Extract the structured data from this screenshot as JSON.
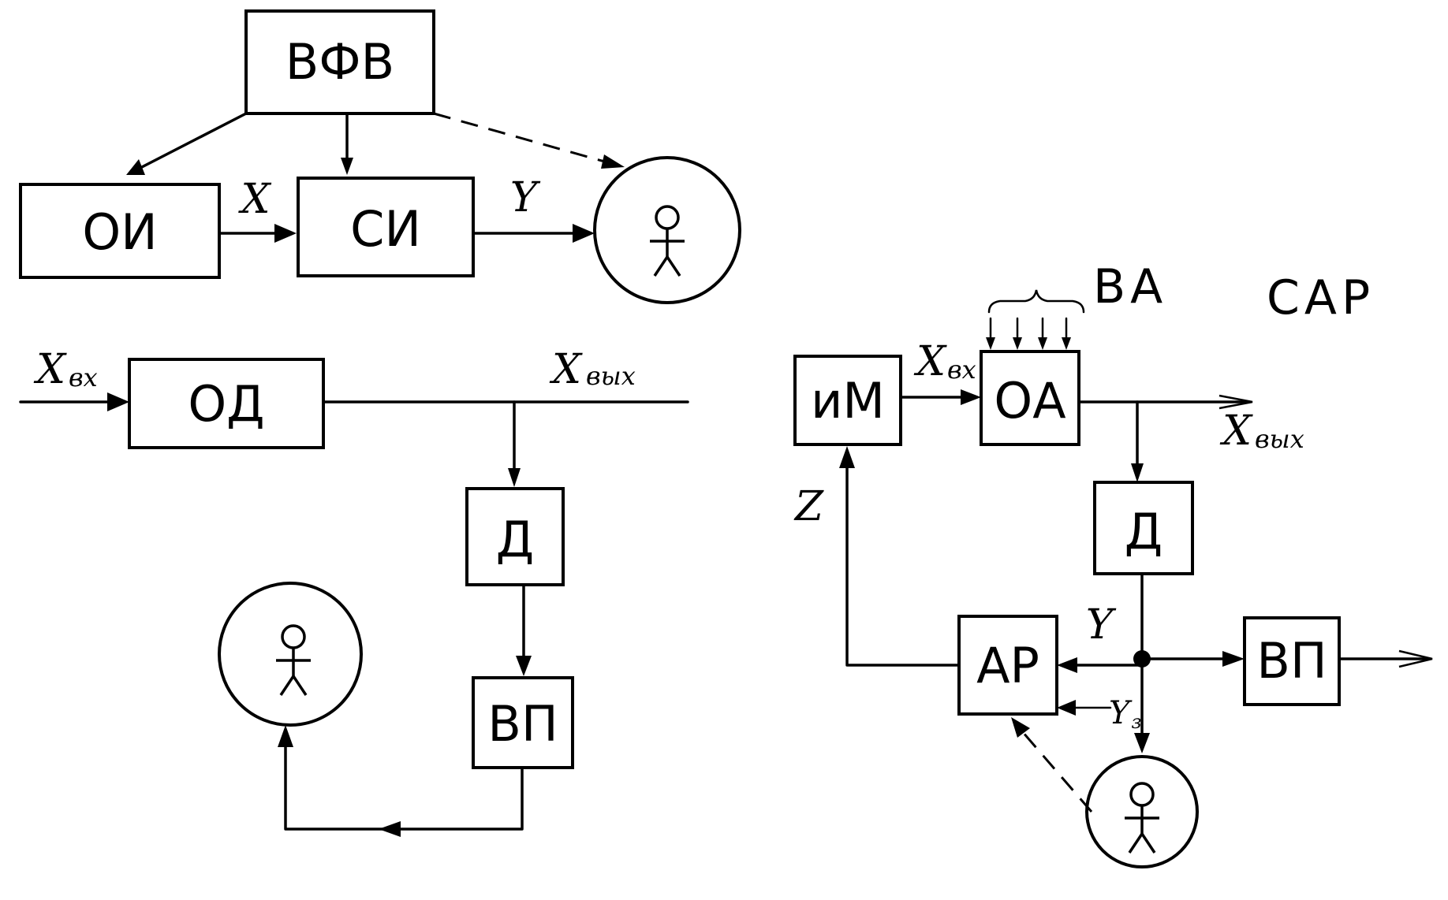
{
  "diagram1": {
    "vfv": "ВФВ",
    "oi": "ОИ",
    "si": "СИ",
    "x": "X",
    "y": "Y"
  },
  "diagram2": {
    "x_in": "X",
    "x_in_sub": "вх",
    "od": "ОД",
    "x_out": "X",
    "x_out_sub": "вых",
    "d": "Д",
    "vp": "ВП"
  },
  "diagram3": {
    "va": "ВА",
    "sap": "САР",
    "im": "иМ",
    "x_in": "X",
    "x_in_sub": "вх",
    "oa": "ОА",
    "x_out": "X",
    "x_out_sub": "вых",
    "d": "Д",
    "z": "Z",
    "ar": "АР",
    "y": "Y",
    "yz": "Y",
    "yz_sub": "з",
    "vp": "ВП"
  }
}
